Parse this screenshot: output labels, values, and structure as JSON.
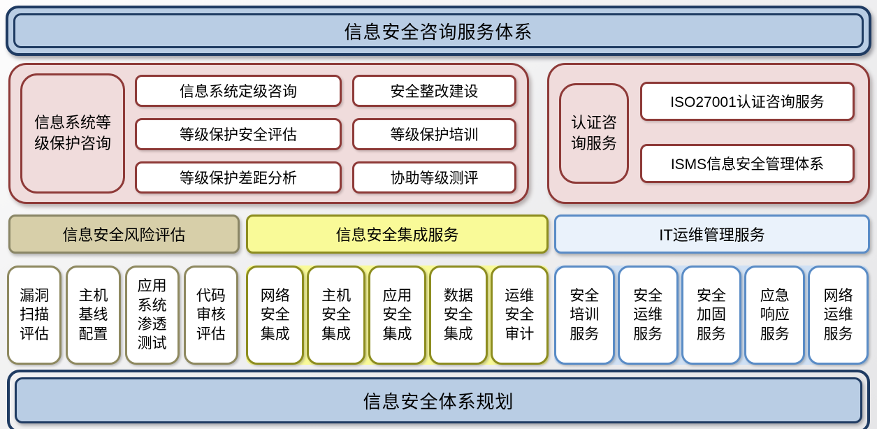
{
  "top_banner": {
    "label": "信息安全咨询服务体系"
  },
  "bottom_banner": {
    "label": "信息安全体系规划"
  },
  "grade_protection": {
    "label": "信息系统等\n级保护咨询",
    "rows": [
      [
        "信息系统定级咨询",
        "安全整改建设"
      ],
      [
        "等级保护安全评估",
        "等级保护培训"
      ],
      [
        "等级保护差距分析",
        "协助等级测评"
      ]
    ]
  },
  "certification": {
    "label": "认证咨\n询服务",
    "items": [
      "ISO27001认证咨询服务",
      "ISMS信息安全管理体系"
    ]
  },
  "risk_assessment": {
    "header": "信息安全风险评估",
    "items": [
      "漏洞\n扫描\n评估",
      "主机\n基线\n配置",
      "应用\n系统\n渗透\n测试",
      "代码\n审核\n评估"
    ]
  },
  "integration": {
    "header": "信息安全集成服务",
    "items": [
      "网络\n安全\n集成",
      "主机\n安全\n集成",
      "应用\n安全\n集成",
      "数据\n安全\n集成",
      "运维\n安全\n审计"
    ]
  },
  "it_ops": {
    "header": "IT运维管理服务",
    "items": [
      "安全\n培训\n服务",
      "安全\n运维\n服务",
      "安全\n加固\n服务",
      "应急\n响应\n服务",
      "网络\n运维\n服务"
    ]
  },
  "colors": {
    "banner_fill": "#b9cde4",
    "banner_border": "#1f3b62",
    "pink_fill": "#f0dcdc",
    "pink_border": "#8e3a38",
    "tan_fill": "#d7cfa9",
    "tan_border": "#8a8666",
    "yellow_fill": "#f9fa98",
    "yellow_border": "#8d8d1f",
    "lightblue_fill": "#eaf2fb",
    "blue_border": "#5a8cc6",
    "blue_strip": "#cfe0f4",
    "olive_border": "#8e8960",
    "text": "#000000"
  }
}
